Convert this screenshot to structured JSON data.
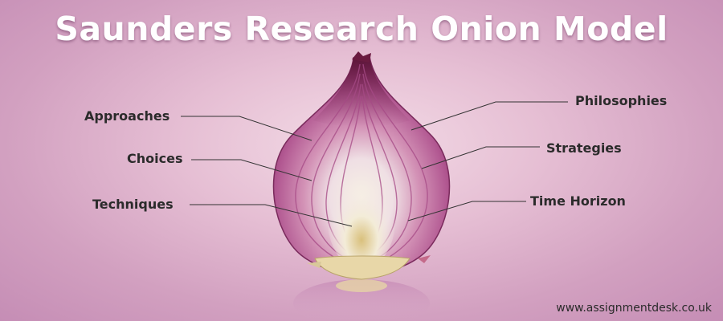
{
  "title": "Saunders Research Onion Model",
  "labels": {
    "left": [
      "Approaches",
      "Choices",
      "Techniques"
    ],
    "right": [
      "Philosophies",
      "Strategies",
      "Time Horizon"
    ]
  },
  "watermark": "www.assignmentdesk.co.uk",
  "colors": {
    "background": "#d7a8c6",
    "onion_outer": "#9e3f7a",
    "onion_core": "#f4ead6",
    "leader_line": "#333333"
  }
}
